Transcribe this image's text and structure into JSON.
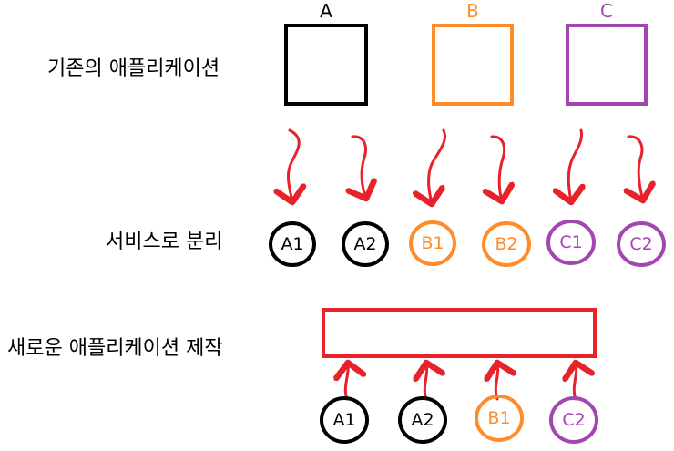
{
  "labels": {
    "existing": "기존의 애플리케이션",
    "split": "서비스로 분리",
    "new_app": "새로운 애플리케이션 제작"
  },
  "apps": [
    {
      "name": "A",
      "color": "#000000"
    },
    {
      "name": "B",
      "color": "#ff8c2a"
    },
    {
      "name": "C",
      "color": "#a347b0"
    }
  ],
  "services": [
    {
      "name": "A1",
      "color": "#000000"
    },
    {
      "name": "A2",
      "color": "#000000"
    },
    {
      "name": "B1",
      "color": "#ff8c2a"
    },
    {
      "name": "B2",
      "color": "#ff8c2a"
    },
    {
      "name": "C1",
      "color": "#a347b0"
    },
    {
      "name": "C2",
      "color": "#a347b0"
    }
  ],
  "composed_services": [
    {
      "name": "A1",
      "color": "#000000"
    },
    {
      "name": "A2",
      "color": "#000000"
    },
    {
      "name": "B1",
      "color": "#ff8c2a"
    },
    {
      "name": "C2",
      "color": "#a347b0"
    }
  ],
  "colors": {
    "arrow": "#e8222a",
    "new_app_border": "#e8222a"
  }
}
